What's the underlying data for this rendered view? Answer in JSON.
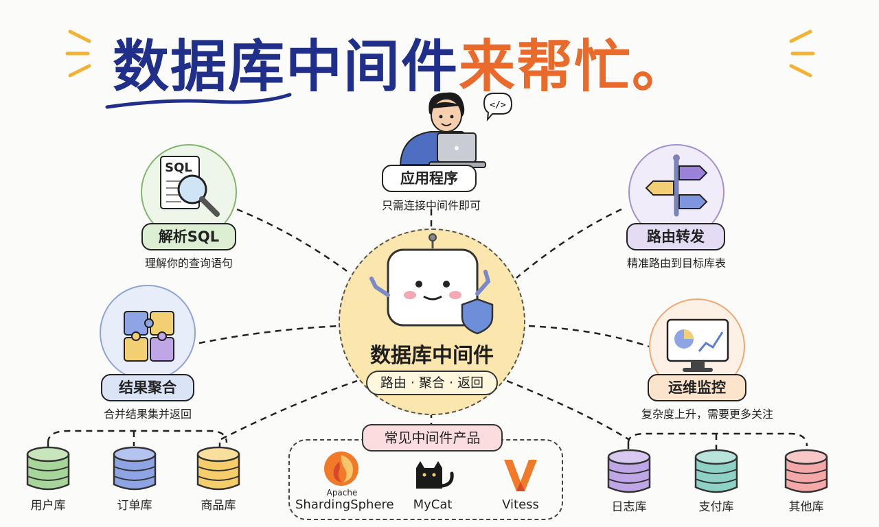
{
  "title": {
    "part1": "数据库中间件",
    "part2": "来帮忙。"
  },
  "app": {
    "label": "应用程序",
    "caption": "只需连接中间件即可"
  },
  "center": {
    "title": "数据库中间件",
    "subtitle": "路由 · 聚合 · 返回"
  },
  "features": {
    "parse_sql": {
      "label": "解析SQL",
      "caption": "理解你的查询语句",
      "icon_text": "SQL"
    },
    "routing": {
      "label": "路由转发",
      "caption": "精准路由到目标库表"
    },
    "aggregate": {
      "label": "结果聚合",
      "caption": "合并结果集并返回"
    },
    "ops": {
      "label": "运维监控",
      "caption": "复杂度上升，需要更多关注"
    }
  },
  "databases_left": [
    {
      "label": "用户库",
      "color": "#a8d59a"
    },
    {
      "label": "订单库",
      "color": "#8fa4e4"
    },
    {
      "label": "商品库",
      "color": "#f6cd6b"
    }
  ],
  "databases_right": [
    {
      "label": "日志库",
      "color": "#bfa6e6"
    },
    {
      "label": "支付库",
      "color": "#8ed2c6"
    },
    {
      "label": "其他库",
      "color": "#f4a8a8"
    }
  ],
  "products": {
    "label": "常见中间件产品",
    "items": [
      {
        "brand_small": "Apache",
        "name": "ShardingSphere"
      },
      {
        "name": "MyCat"
      },
      {
        "name": "Vitess"
      }
    ]
  },
  "colors": {
    "title_blue": "#1f2f8a",
    "title_orange": "#ea6a2c",
    "center_fill": "#fbe6ad",
    "green": "#dcefd3",
    "purple": "#e4dcf3",
    "blue": "#dbe4f6",
    "orange": "#fbe3cc",
    "pink": "#fbdde0"
  }
}
